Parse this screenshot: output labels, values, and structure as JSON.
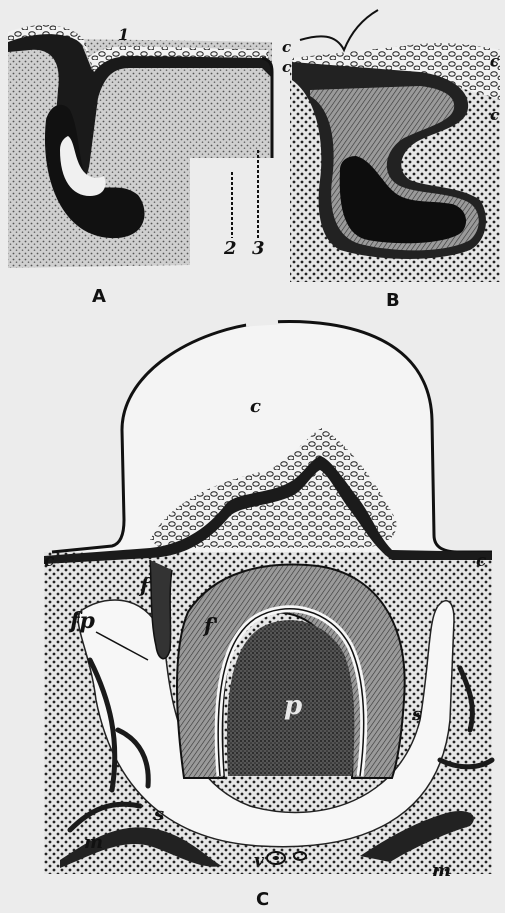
{
  "panels": {
    "A": {
      "letter": "A",
      "labels": [
        "1",
        "2",
        "3"
      ]
    },
    "B": {
      "letter": "B",
      "labels": [
        "c",
        "c",
        "c",
        "c"
      ]
    },
    "C": {
      "letter": "C",
      "labels": [
        "c",
        "c",
        "c",
        "f",
        "fp",
        "f'",
        "p",
        "s",
        "s",
        "m",
        "m",
        "v"
      ]
    }
  }
}
